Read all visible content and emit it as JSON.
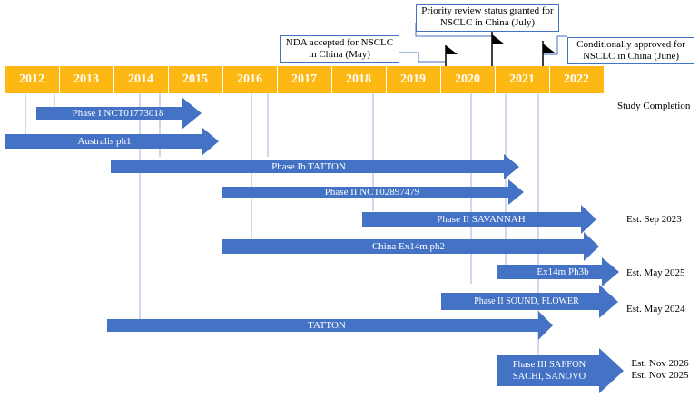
{
  "years": [
    "2012",
    "2013",
    "2014",
    "2015",
    "2016",
    "2017",
    "2018",
    "2019",
    "2020",
    "2021",
    "2022"
  ],
  "milestones": {
    "nda": "NDA accepted for NSCLC in China (May)",
    "priority": "Priority review status granted for NSCLC in China (July)",
    "approval": "Conditionally approved for NSCLC in China (June)"
  },
  "completion_header": "Study Completion",
  "trials": [
    {
      "label": "Phase I NCT01773018",
      "completion": ""
    },
    {
      "label": "Australis ph1",
      "completion": ""
    },
    {
      "label": "Phase Ib TATTON",
      "completion": ""
    },
    {
      "label": "Phase II NCT02897479",
      "completion": ""
    },
    {
      "label": "Phase II SAVANNAH",
      "completion": "Est. Sep 2023"
    },
    {
      "label": "China Ex14m ph2",
      "completion": ""
    },
    {
      "label": "Ex14m Ph3b",
      "completion": "Est. May 2025"
    },
    {
      "label": "Phase II SOUND, FLOWER",
      "completion": "Est. May 2024"
    },
    {
      "label": "TATTON",
      "completion": ""
    },
    {
      "label": "Phase III SAFFON SACHI, SANOVO",
      "completion": "Est. Nov 2026 Est. Nov 2025"
    }
  ],
  "colors": {
    "timeline": "#FDB813",
    "arrow": "#4472C4",
    "callout_border": "#4472C4"
  }
}
